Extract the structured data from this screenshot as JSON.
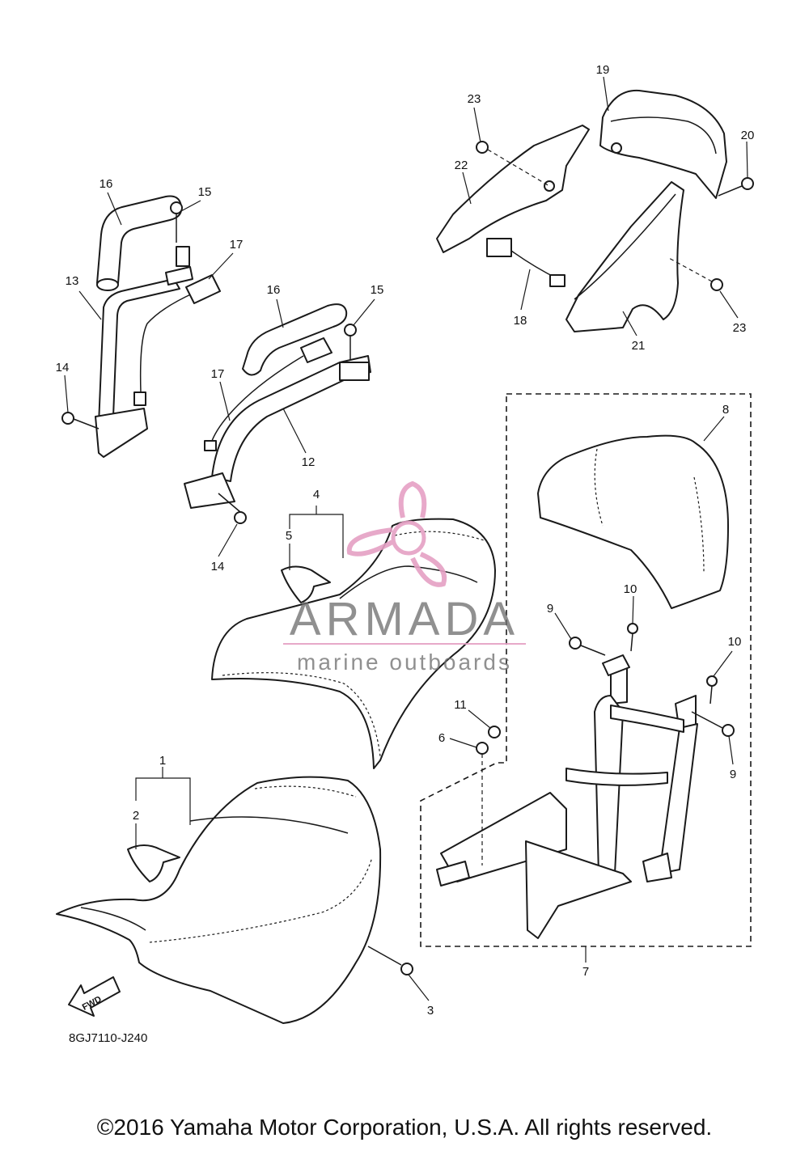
{
  "diagram": {
    "callouts": {
      "c1": "1",
      "c2": "2",
      "c3": "3",
      "c4": "4",
      "c5": "5",
      "c6": "6",
      "c7": "7",
      "c8": "8",
      "c9a": "9",
      "c9b": "9",
      "c10a": "10",
      "c10b": "10",
      "c11": "11",
      "c12": "12",
      "c13": "13",
      "c14a": "14",
      "c14b": "14",
      "c15a": "15",
      "c15b": "15",
      "c16a": "16",
      "c16b": "16",
      "c17a": "17",
      "c17b": "17",
      "c18": "18",
      "c19": "19",
      "c20": "20",
      "c21": "21",
      "c22": "22",
      "c23a": "23",
      "c23b": "23"
    },
    "fwd_label": "FWD",
    "drawing_code": "8GJ7110-J240"
  },
  "watermark": {
    "brand": "ARMADA",
    "tagline": "marine outboards",
    "colors": {
      "logo_pink": "#e5a0c4",
      "text_gray": "#6f6f6f"
    }
  },
  "footer": {
    "copyright": "©2016 Yamaha Motor Corporation, U.S.A. All rights reserved."
  }
}
